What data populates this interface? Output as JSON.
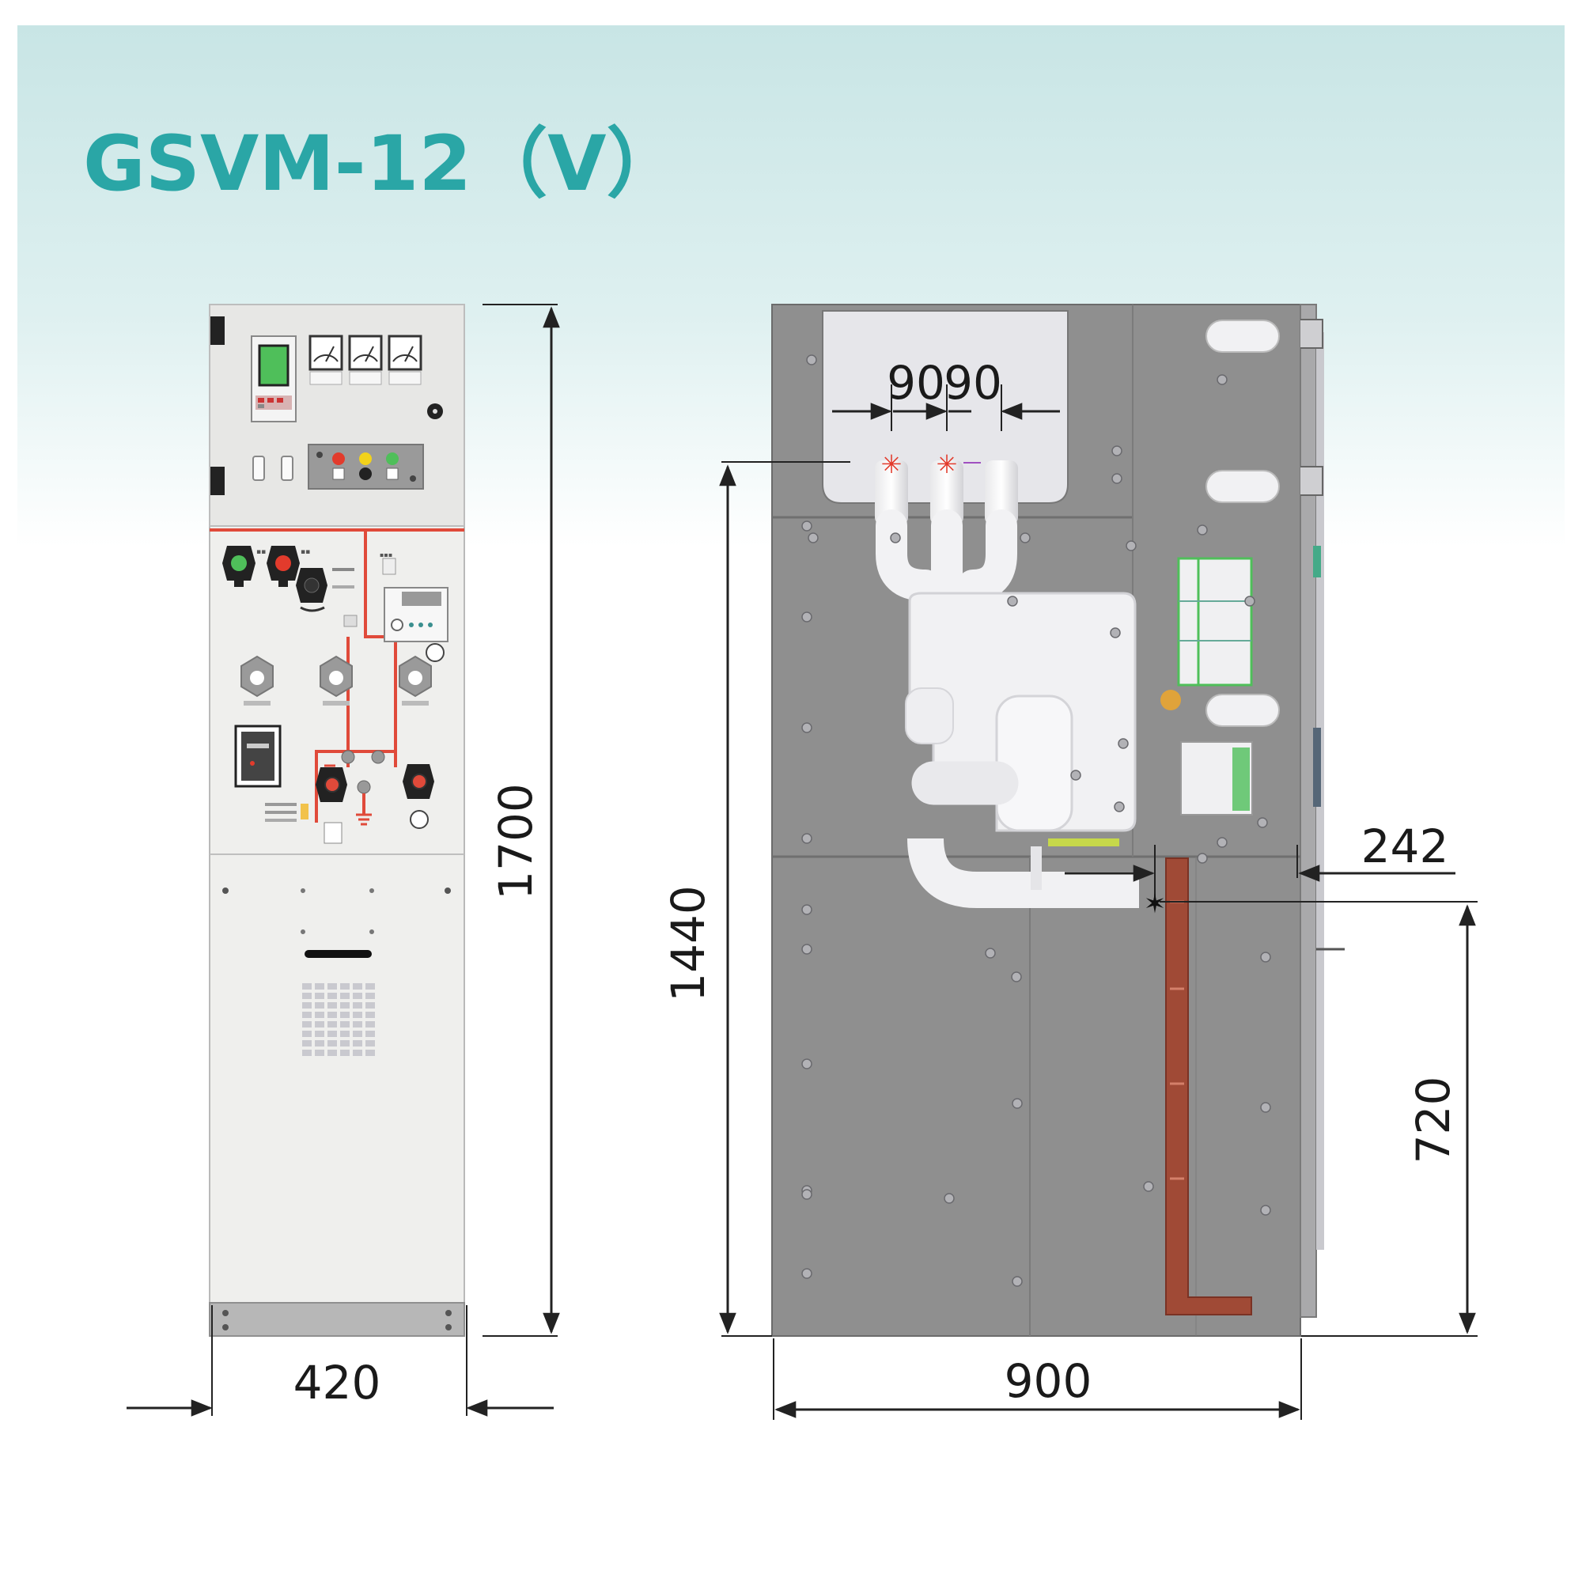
{
  "title": "GSVM-12（V）",
  "colors": {
    "title": "#2aa6a6",
    "banner_top": "#c9e6e6",
    "front_panel": "#eeeeec",
    "side_body": "#8e8e8e",
    "busbar": "#a04a36",
    "indicator_red": "#e23b2c",
    "indicator_green": "#4fbf5a",
    "indicator_yellow": "#f2d21b"
  },
  "dimensions": {
    "height_total": "1700",
    "width_front": "420",
    "width_side": "900",
    "height_cable": "1440",
    "height_busbar": "720",
    "offset_busbar": "242",
    "phase_pitch_1": "90",
    "phase_pitch_2": "90"
  },
  "icons": {
    "front_view": "switchgear-front-view",
    "side_view": "switchgear-side-section-view"
  }
}
